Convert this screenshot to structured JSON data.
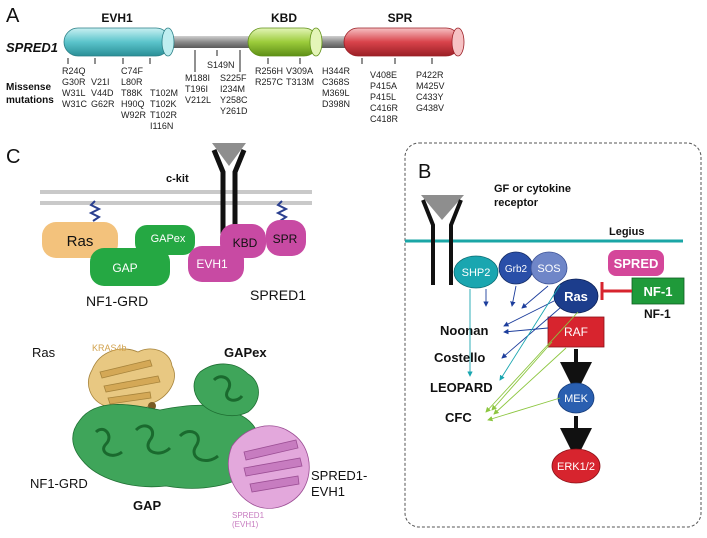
{
  "panel_a": {
    "letter": "A",
    "gene": "SPRED1",
    "side_label_line1": "Missense",
    "side_label_line2": "mutations",
    "domains": [
      {
        "name": "EVH1",
        "color": "#5bc4cb"
      },
      {
        "name": "KBD",
        "color": "#9ccc3b"
      },
      {
        "name": "SPR",
        "color": "#d9434b"
      }
    ],
    "linker_mutation": "S149N",
    "mutation_groups": [
      {
        "lines": [
          "R24Q",
          "G30R",
          "W31L",
          "W31C"
        ]
      },
      {
        "lines": [
          "V21I",
          "V44D",
          "G62R"
        ]
      },
      {
        "lines": [
          "C74F",
          "L80R",
          "T88K",
          "H90Q",
          "W92R"
        ]
      },
      {
        "lines": [
          "T102M",
          "T102K",
          "T102R",
          "I116N"
        ]
      },
      {
        "lines": [
          "M188I",
          "T196I",
          "V212L"
        ]
      },
      {
        "lines": [
          "S225F",
          "I234M",
          "Y258C",
          "Y261D"
        ]
      },
      {
        "lines": [
          "R256H",
          "R257C"
        ]
      },
      {
        "lines": [
          "V309A",
          "T313M"
        ]
      },
      {
        "lines": [
          "H344R",
          "C368S",
          "M369L",
          "D398N"
        ]
      },
      {
        "lines": [
          "V408E",
          "P415A",
          "P415L",
          "C416R",
          "C418R"
        ]
      },
      {
        "lines": [
          "P422R",
          "M425V",
          "C433Y",
          "G438V"
        ]
      }
    ]
  },
  "panel_c": {
    "letter": "C",
    "receptor_label": "c-kit",
    "ras": "Ras",
    "gap": "GAP",
    "gapex": "GAPex",
    "kbd": "KBD",
    "evh1": "EVH1",
    "spr": "SPR",
    "nf1_grd": "NF1-GRD",
    "spred1": "SPRED1",
    "structure_labels": {
      "ras": "Ras",
      "kras": "KRAS4b",
      "gapex": "GAPex",
      "nf1_grd": "NF1-GRD",
      "gap": "GAP",
      "spred_evh1_line1": "SPRED1-",
      "spred_evh1_line2": "EVH1",
      "spred_small_line1": "SPRED1",
      "spred_small_line2": "(EVH1)"
    },
    "colors": {
      "ras": "#f3c27c",
      "gap": "#25a843",
      "spred": "#c84aa3",
      "kras_ribbon": "#dcb36a",
      "spred_ribbon": "#d99ad2"
    }
  },
  "panel_b": {
    "letter": "B",
    "receptor_line1": "GF or cytokine",
    "receptor_line2": "receptor",
    "legius": "Legius",
    "shp2": "SHP2",
    "grb2": "Grb2",
    "sos": "SOS",
    "ras": "Ras",
    "spred": "SPRED",
    "nf1_box": "NF-1",
    "nf1_label": "NF-1",
    "raf": "RAF",
    "mek": "MEK",
    "erk": "ERK1/2",
    "syndromes": [
      "Noonan",
      "Costello",
      "LEOPARD",
      "CFC"
    ],
    "colors": {
      "membrane": "#1aa6a6",
      "shp2": "#1aa6b0",
      "grb2": "#2a4fa8",
      "sos": "#6f86c8",
      "ras": "#1c3d8c",
      "raf": "#d7242e",
      "mek": "#2a5fb0",
      "erk": "#d7242e",
      "spred": "#d4479a",
      "nf1": "#1f9a3a",
      "inhibit": "#d7242e"
    }
  }
}
